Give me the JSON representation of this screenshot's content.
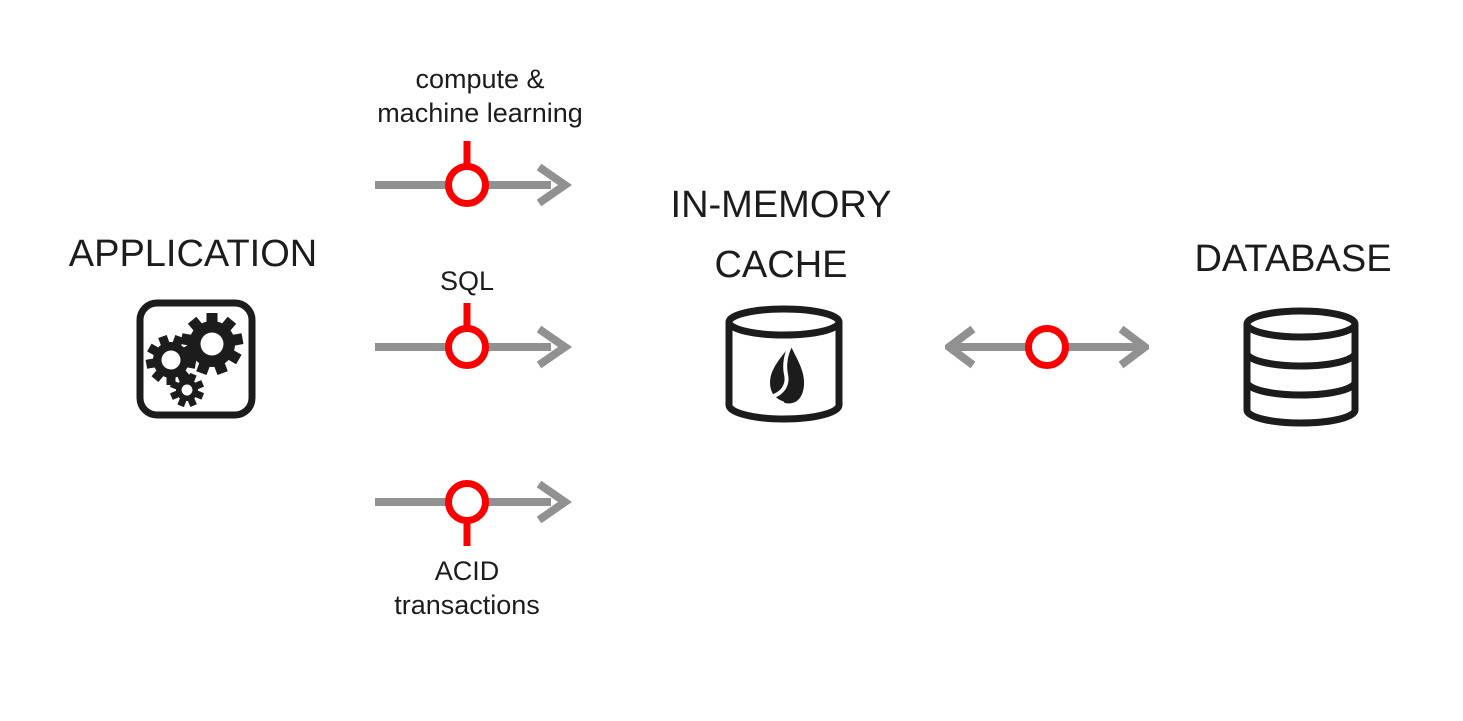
{
  "colors": {
    "bg": "#ffffff",
    "ink": "#1c1c1c",
    "red": "#fb0000",
    "gray": "#919191"
  },
  "diagram": {
    "application": {
      "label": "APPLICATION",
      "icon": "gears-icon"
    },
    "cache": {
      "label_line1": "IN-MEMORY",
      "label_line2": "CACHE",
      "icon": "flame-cylinder-icon"
    },
    "database": {
      "label": "DATABASE",
      "icon": "database-cylinder-icon"
    },
    "connections": {
      "compute_ml": {
        "label_line1": "compute &",
        "label_line2": "machine learning",
        "direction": "left-to-right",
        "marker": "red-circle-connector"
      },
      "sql": {
        "label": "SQL",
        "direction": "left-to-right",
        "marker": "red-circle-connector"
      },
      "acid": {
        "label_line1": "ACID",
        "label_line2": "transactions",
        "direction": "left-to-right",
        "marker": "red-circle-connector"
      },
      "cache_database": {
        "direction": "bidirectional",
        "marker": "red-circle-connector"
      }
    }
  }
}
